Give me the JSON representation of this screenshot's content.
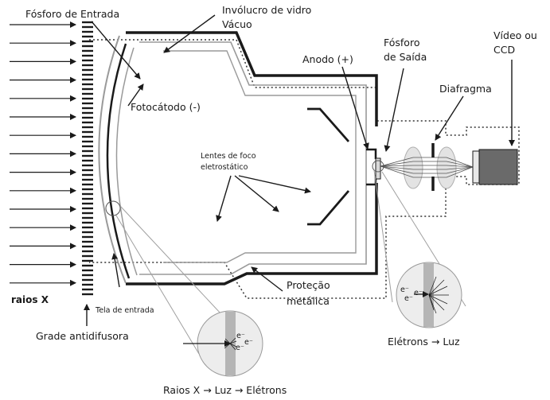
{
  "labels": {
    "fosforo_entrada": "Fósforo de Entrada",
    "involucro_1": "Invólucro de vidro",
    "involucro_2": "Vácuo",
    "fosforo_saida_1": "Fósforo",
    "fosforo_saida_2": "de Saída",
    "video_1": "Vídeo ou",
    "video_2": "CCD",
    "anodo": "Anodo (+)",
    "diafragma": "Diafragma",
    "fotocatodo": "Fotocátodo (-)",
    "lentes_1": "Lentes de foco",
    "lentes_2": "eletrostático",
    "protecao_1": "Proteção",
    "protecao_2": "metálica",
    "raios_x": "raios X",
    "tela_entrada": "Tela de entrada",
    "grade": "Grade antidifusora",
    "eletrons_luz": "Elétrons → Luz",
    "raios_luz_eletrons": "Raios X → Luz → Elétrons",
    "electron_symbol": "e⁻"
  },
  "colors": {
    "line": "#1a1a1a",
    "glass": "#9a9a9a",
    "dotted": "#333333",
    "inset_fill": "#ededed",
    "inset_band": "#b5b5b5",
    "lens_fill": "#e3e3e3",
    "ccd_fill": "#6a6a6a"
  }
}
